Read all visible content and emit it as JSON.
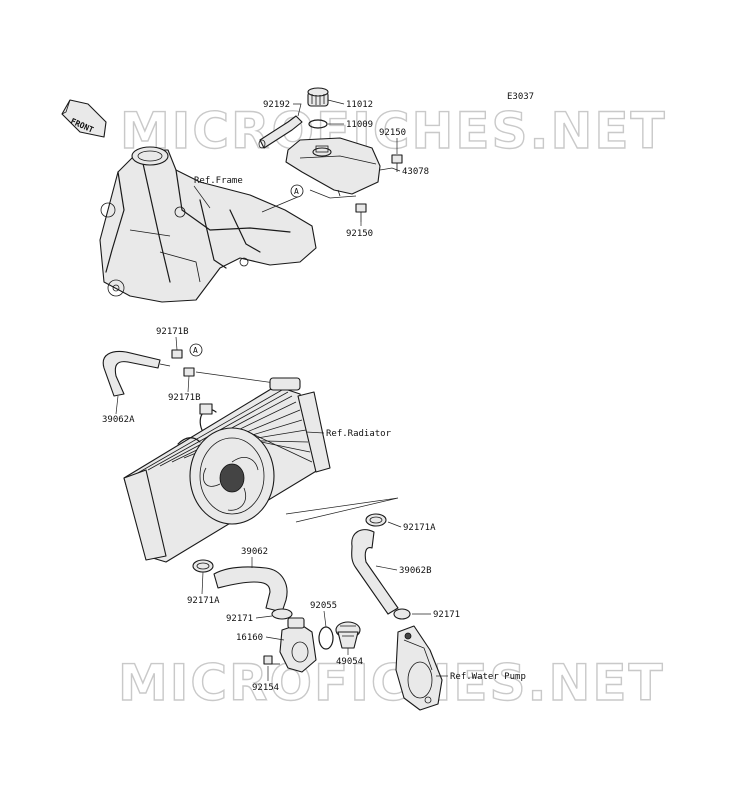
{
  "diagram_code": "E3037",
  "front_label": "FRONT",
  "watermark": "MICROFICHES.NET",
  "refs": {
    "frame": "Ref.Frame",
    "radiator": "Ref.Radiator",
    "water_pump": "Ref.Water Pump"
  },
  "marker": "A",
  "parts": {
    "p92192": "92192",
    "p11012": "11012",
    "p11009": "11009",
    "p92150a": "92150",
    "p43078": "43078",
    "p92150b": "92150",
    "p92171b_top": "92171B",
    "p92171b_bot": "92171B",
    "p39062a": "39062A",
    "p92171a_right": "92171A",
    "p39062": "39062",
    "p39062b": "39062B",
    "p92171a_left": "92171A",
    "p92055": "92055",
    "p92171_left": "92171",
    "p92171_right": "92171",
    "p16160": "16160",
    "p49054": "49054",
    "p92154": "92154"
  }
}
